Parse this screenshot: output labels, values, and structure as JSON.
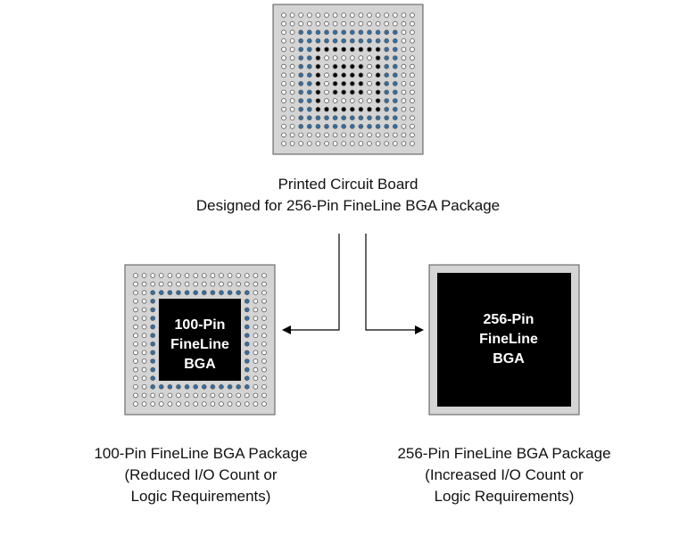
{
  "pcb": {
    "caption_line1": "Printed Circuit Board",
    "caption_line2": "Designed for 256-Pin FineLine BGA Package"
  },
  "left_package": {
    "chip_line1": "100-Pin",
    "chip_line2": "FineLine",
    "chip_line3": "BGA",
    "caption_line1": "100-Pin FineLine BGA Package",
    "caption_line2": "(Reduced I/O Count or",
    "caption_line3": "Logic Requirements)"
  },
  "right_package": {
    "chip_line1": "256-Pin",
    "chip_line2": "FineLine",
    "chip_line3": "BGA",
    "caption_line1": "256-Pin FineLine BGA Package",
    "caption_line2": "(Increased I/O Count or",
    "caption_line3": "Logic Requirements)"
  },
  "colors": {
    "board_fill": "#d4d4d4",
    "board_border": "#555555",
    "pad_outline": "#555555",
    "pad_blue": "#2f6fa8",
    "pad_black": "#000000",
    "chip_fill": "#000000",
    "arrow": "#000000"
  }
}
